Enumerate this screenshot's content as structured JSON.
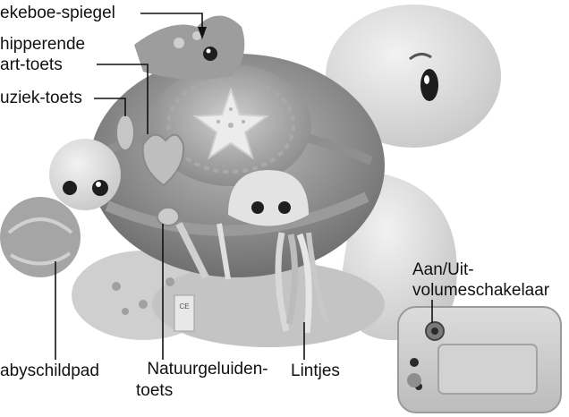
{
  "labels": {
    "peekaboo_mirror": "ekeboe-spiegel",
    "heart_button_line1": "hipperende",
    "heart_button_line2": "art-toets",
    "music_button": "uziek-toets",
    "baby_turtle": "abyschildpad",
    "nature_sounds_line1": "Natuurgeluiden-",
    "nature_sounds_line2": "toets",
    "ribbons": "Lintjes",
    "switch_line1": "Aan/Uit-",
    "switch_line2": "volumeschakelaar"
  },
  "colors": {
    "toy_light": "#d9d9d9",
    "toy_mid": "#a8a8a8",
    "toy_dark": "#6a6a6a",
    "outline": "#111111"
  },
  "icons": {
    "starfish": "starfish-icon",
    "pointer": "arrow-down-icon"
  }
}
